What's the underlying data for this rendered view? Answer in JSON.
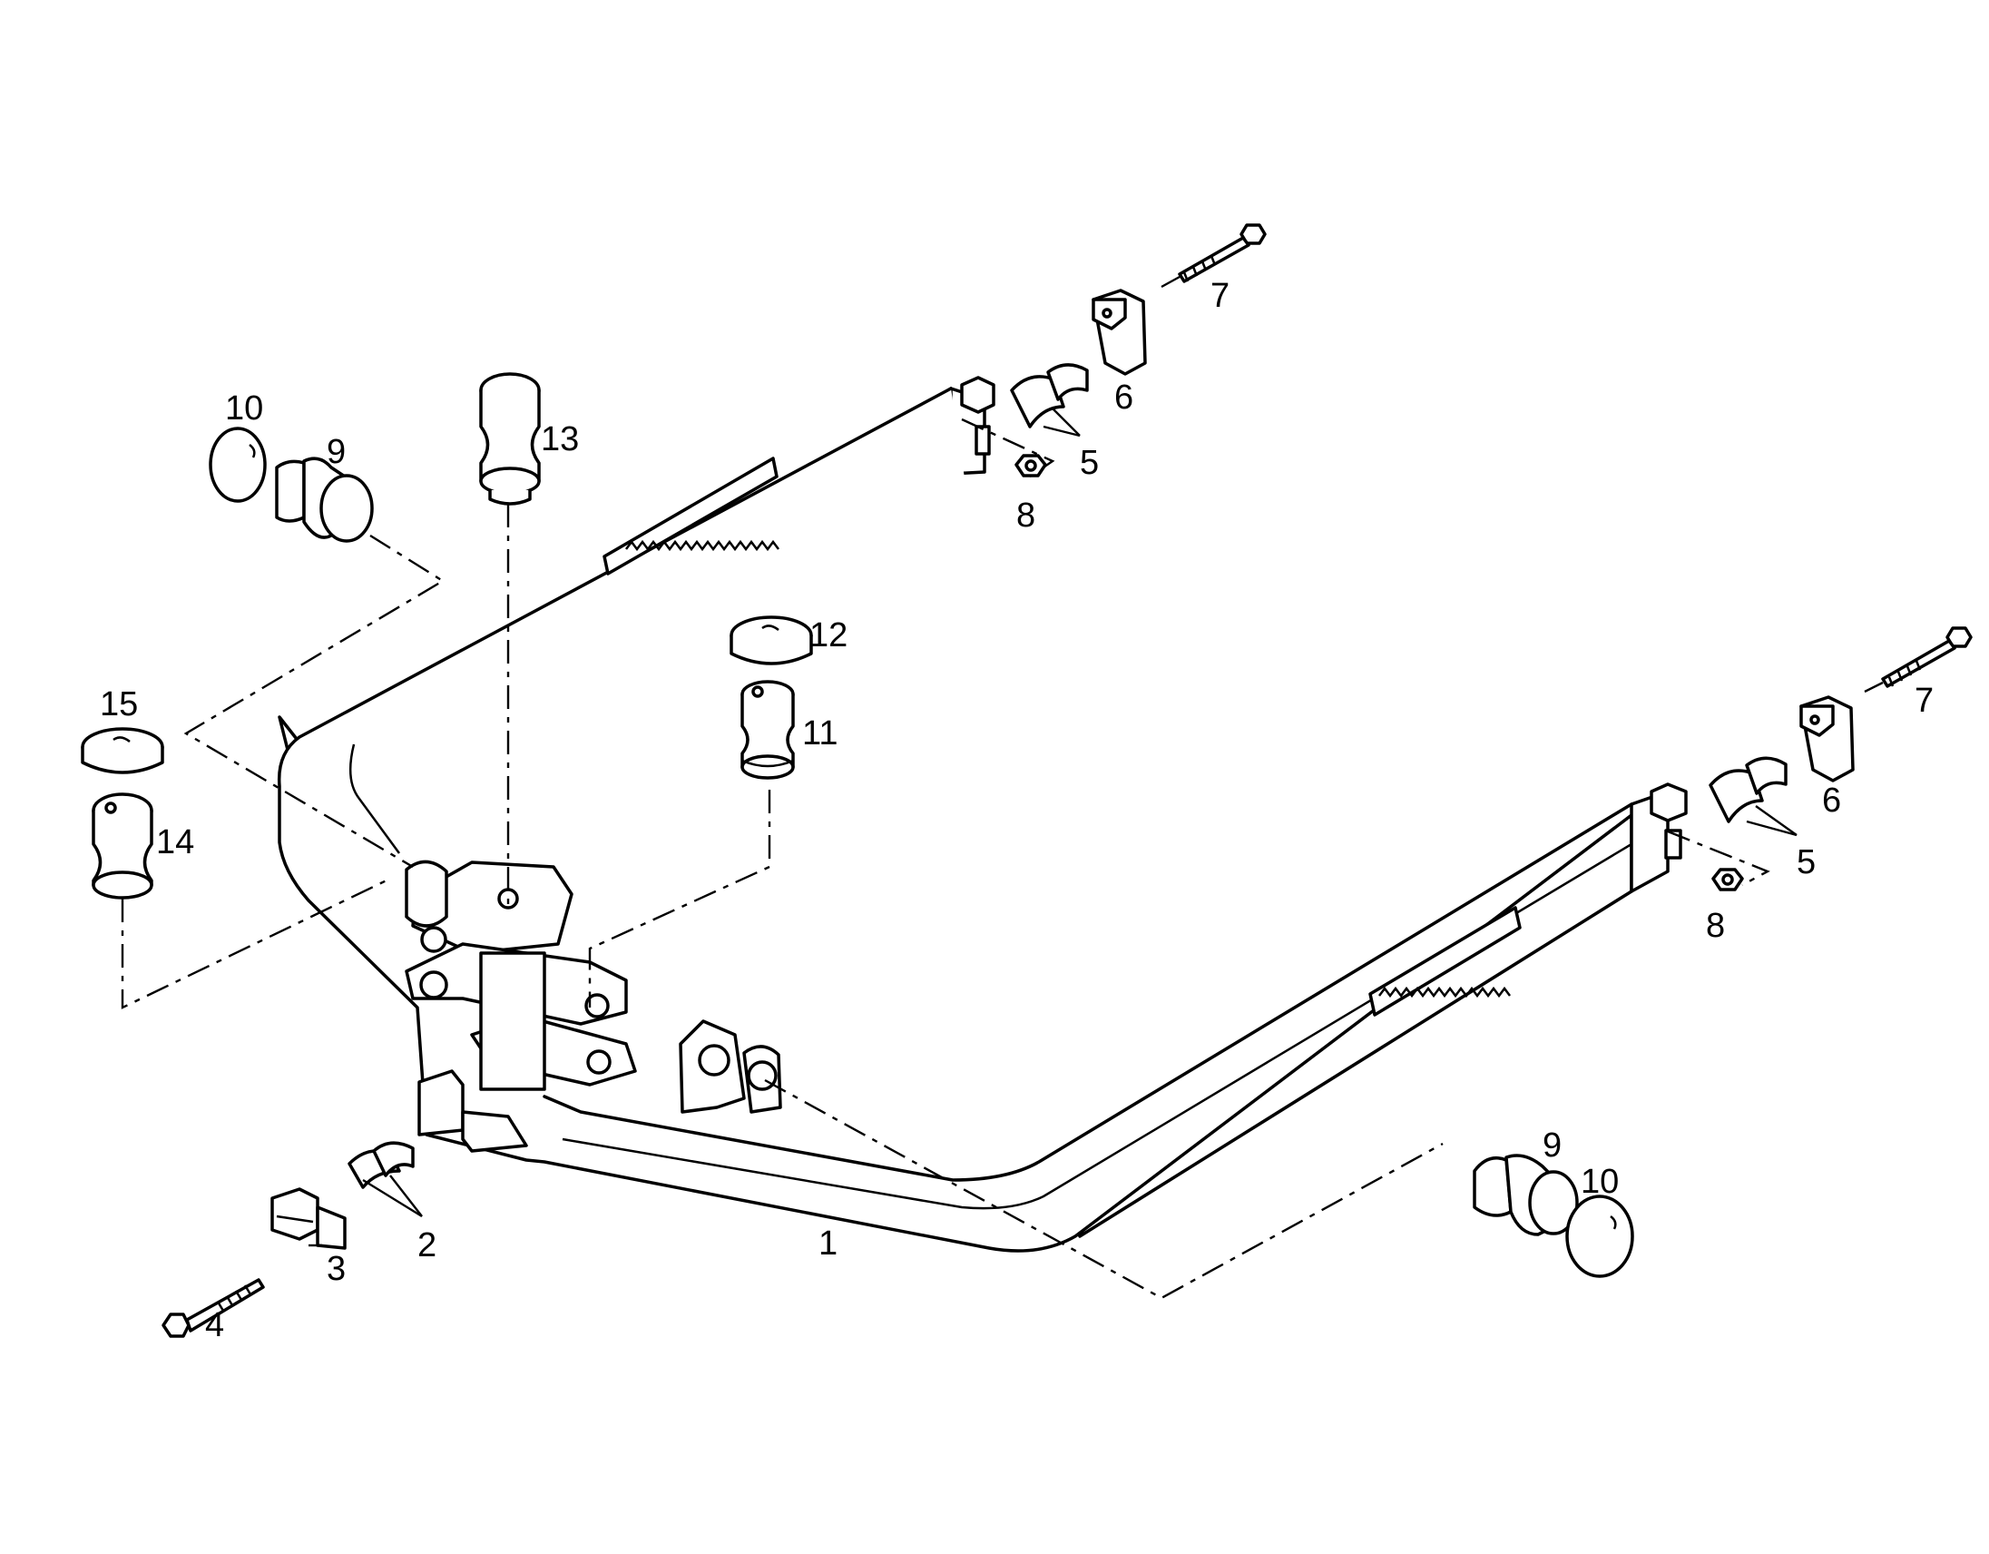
{
  "diagram": {
    "callouts": [
      "1",
      "2",
      "3",
      "4",
      "5",
      "6",
      "7",
      "8",
      "9",
      "10",
      "11",
      "12",
      "13",
      "14",
      "15"
    ],
    "repeated_callouts": {
      "5b": "5",
      "6b": "6",
      "7b": "7",
      "8b": "8",
      "9b": "9",
      "10b": "10"
    },
    "stroke_color": "#000000",
    "background_color": "#ffffff"
  }
}
